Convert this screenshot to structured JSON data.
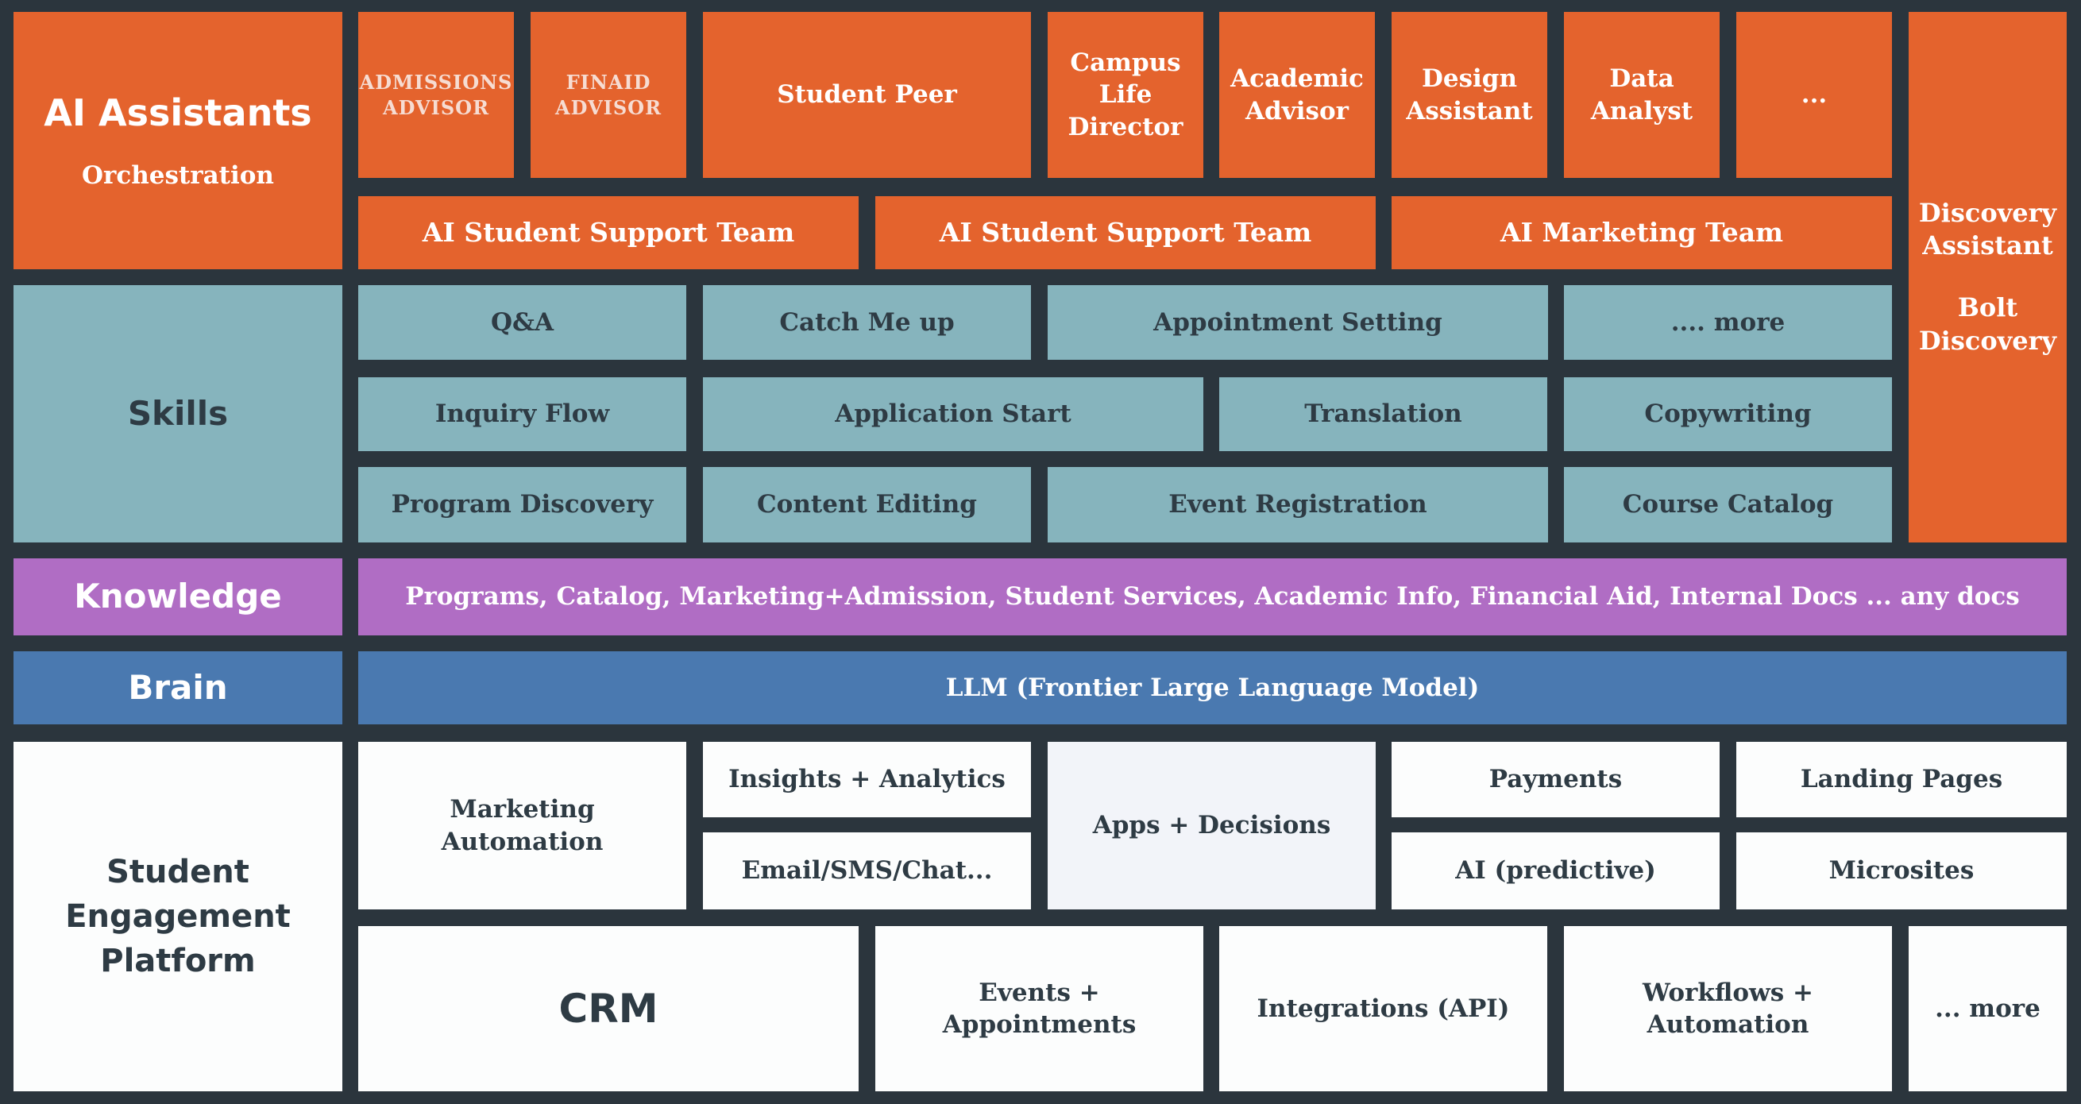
{
  "layers": {
    "assistants": {
      "label": "AI Assistants",
      "sublabel": "Orchestration",
      "items": [
        {
          "label": "ADMISSIONS ADVISOR"
        },
        {
          "label": "FINAID ADVISOR"
        },
        {
          "label": "Student Peer"
        },
        {
          "label": "Campus Life Director"
        },
        {
          "label": "Academic Advisor"
        },
        {
          "label": "Design Assistant"
        },
        {
          "label": "Data Analyst"
        },
        {
          "label": "..."
        }
      ],
      "teams": [
        {
          "label": "AI Student Support Team"
        },
        {
          "label": "AI Student Support Team"
        },
        {
          "label": "AI Marketing Team"
        }
      ],
      "discovery": {
        "title": "Discovery Assistant",
        "subtitle": "Bolt Discovery"
      }
    },
    "skills": {
      "label": "Skills",
      "rows": [
        [
          {
            "label": "Q&A"
          },
          {
            "label": "Catch Me up"
          },
          {
            "label": "Appointment Setting"
          },
          {
            "label": ".... more"
          }
        ],
        [
          {
            "label": "Inquiry Flow"
          },
          {
            "label": "Application Start"
          },
          {
            "label": "Translation"
          },
          {
            "label": "Copywriting"
          }
        ],
        [
          {
            "label": "Program Discovery"
          },
          {
            "label": "Content Editing"
          },
          {
            "label": "Event Registration"
          },
          {
            "label": "Course Catalog"
          }
        ]
      ]
    },
    "knowledge": {
      "label": "Knowledge",
      "content": "Programs, Catalog, Marketing+Admission, Student Services, Academic Info, Financial Aid, Internal Docs ... any docs"
    },
    "brain": {
      "label": "Brain",
      "content": "LLM (Frontier Large Language Model)"
    },
    "platform": {
      "label": "Student Engagement Platform",
      "marketing_automation": "Marketing Automation",
      "insights": "Insights + Analytics",
      "email": "Email/SMS/Chat...",
      "apps": "Apps + Decisions",
      "payments": "Payments",
      "ai_predictive": "AI (predictive)",
      "landing_pages": "Landing Pages",
      "microsites": "Microsites",
      "crm": "CRM",
      "events": "Events + Appointments",
      "integrations": "Integrations (API)",
      "workflows": "Workflows + Automation",
      "more": "... more"
    }
  },
  "colors": {
    "background": "#2b353d",
    "orange": "#e4632d",
    "teal": "#86b4bd",
    "purple": "#b06dc4",
    "blue": "#4a79b0",
    "white_box": "#fcfdfd",
    "apps_box": "#f2f4f9",
    "dark_text": "#2e3b44",
    "cream_text": "#f6dcd2"
  }
}
